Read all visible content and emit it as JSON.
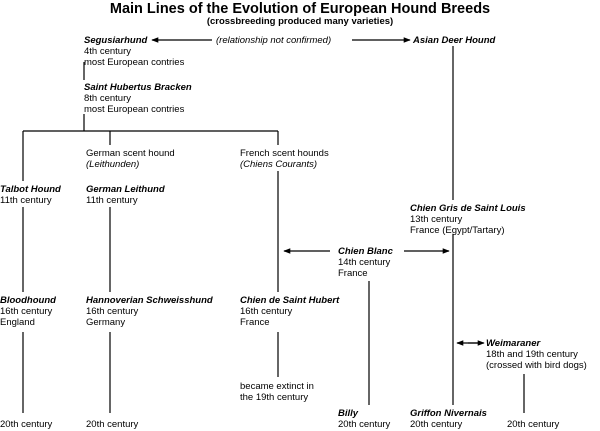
{
  "title": "Main Lines of the Evolution of European Hound Breeds",
  "subtitle": "(crossbreeding produced many varieties)",
  "relationship_note": "(relationship not confirmed)",
  "breeds": {
    "segusiarhund": {
      "name": "Segusiarhund",
      "line1": "4th century",
      "line2": "most European contries"
    },
    "asian_deer_hound": {
      "name": "Asian Deer Hound"
    },
    "saint_hubertus_bracken": {
      "name": "Saint Hubertus Bracken",
      "line1": "8th century",
      "line2": "most European contries"
    },
    "german_scent_hound": {
      "line1": "German scent hound",
      "line2": "(Leithunden)"
    },
    "french_scent_hounds": {
      "line1": "French scent hounds",
      "line2": "(Chiens Courants)"
    },
    "talbot_hound": {
      "name": "Talbot Hound",
      "line1": "11th century"
    },
    "german_leithund": {
      "name": "German Leithund",
      "line1": "11th century"
    },
    "chien_gris": {
      "name": "Chien Gris de Saint Louis",
      "line1": "13th century",
      "line2": "France (Egypt/Tartary)"
    },
    "chien_blanc": {
      "name": "Chien Blanc",
      "line1": "14th century",
      "line2": "France"
    },
    "bloodhound": {
      "name": "Bloodhound",
      "line1": "16th century",
      "line2": "England"
    },
    "hannoverian": {
      "name": "Hannoverian Schweisshund",
      "line1": "16th century",
      "line2": "Germany"
    },
    "chien_saint_hubert": {
      "name": "Chien de Saint Hubert",
      "line1": "16th century",
      "line2": "France"
    },
    "weimaraner": {
      "name": "Weimaraner",
      "line1": "18th and 19th century",
      "line2": "(crossed with bird dogs)"
    },
    "extinct_note": {
      "line1": "became extinct in",
      "line2": "the 19th century"
    },
    "billy": {
      "name": "Billy",
      "line1": "20th century"
    },
    "griffon": {
      "name": "Griffon Nivernais",
      "line1": "20th century"
    }
  },
  "century_labels": {
    "bloodhound_20": "20th century",
    "hannoverian_20": "20th century",
    "weimaraner_20": "20th century"
  }
}
